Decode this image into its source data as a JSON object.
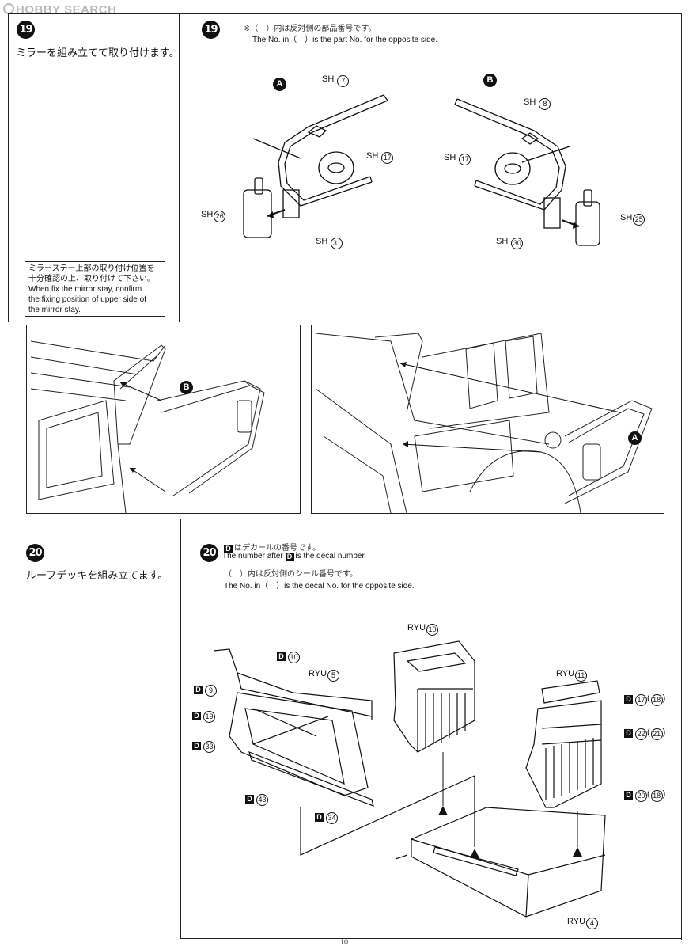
{
  "watermark": {
    "text": "HOBBY SEARCH"
  },
  "page_number": "10",
  "step19": {
    "number": "19",
    "instruction_jp": "ミラーを組み立てて取り付けます。",
    "note_jp": "※（　）内は反対側の部品番号です。",
    "note_en": "The No. in（　）is the part No. for the opposite side.",
    "callout_lines": [
      "ミラーステー上部の取り付け位置を",
      "十分確認の上、取り付けて下さい。",
      "When fix the mirror stay, confirm",
      "the fixing position of upper side of",
      "the mirror stay."
    ],
    "assembly_a": {
      "badge": "A",
      "parts": [
        {
          "prefix": "SH",
          "num": "7"
        },
        {
          "prefix": "SH",
          "num": "17"
        },
        {
          "prefix": "SH",
          "num": "26"
        },
        {
          "prefix": "SH",
          "num": "31"
        }
      ]
    },
    "assembly_b": {
      "badge": "B",
      "parts": [
        {
          "prefix": "SH",
          "num": "8"
        },
        {
          "prefix": "SH",
          "num": "17"
        },
        {
          "prefix": "SH",
          "num": "25"
        },
        {
          "prefix": "SH",
          "num": "30"
        }
      ]
    },
    "inset_left_badge": "B",
    "inset_right_badge": "A"
  },
  "step20": {
    "number": "20",
    "instruction_jp": "ルーフデッキを組み立てます。",
    "note1_jp": "はデカールの番号です。",
    "note1_en_before": "The number after",
    "note1_en_after": "is the decal number.",
    "note2_jp": "（　）内は反対側のシール番号です。",
    "note2_en": "The No. in（　）is the decal No. for the opposite side.",
    "decal_prefix": "D",
    "parts": [
      {
        "prefix": "RYU",
        "num": "5"
      },
      {
        "prefix": "RYU",
        "num": "10"
      },
      {
        "prefix": "RYU",
        "num": "11"
      },
      {
        "prefix": "RYU",
        "num": "4"
      }
    ],
    "decals_left": [
      "10",
      "9",
      "19",
      "33",
      "43",
      "34"
    ],
    "decals_right": [
      {
        "num": "17",
        "alt": "18"
      },
      {
        "num": "22",
        "alt": "21"
      },
      {
        "num": "20",
        "alt": "18"
      }
    ]
  },
  "colors": {
    "ink": "#111111",
    "watermark": "#b9b9b9"
  }
}
